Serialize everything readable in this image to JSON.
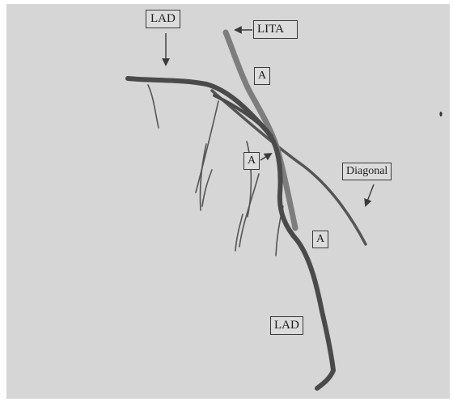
{
  "labels": {
    "lad_top": "LAD",
    "lita": "LITA",
    "anastomosis_1": "A",
    "anastomosis_2": "A",
    "diagonal": "Diagonal",
    "anastomosis_3": "A",
    "lad_bottom": "LAD"
  },
  "colors": {
    "background": "#d6d6d6",
    "vessel_dark": "#4a4a4a",
    "lita_graft": "#7d7d7d",
    "arrow": "#3a3a3a"
  }
}
